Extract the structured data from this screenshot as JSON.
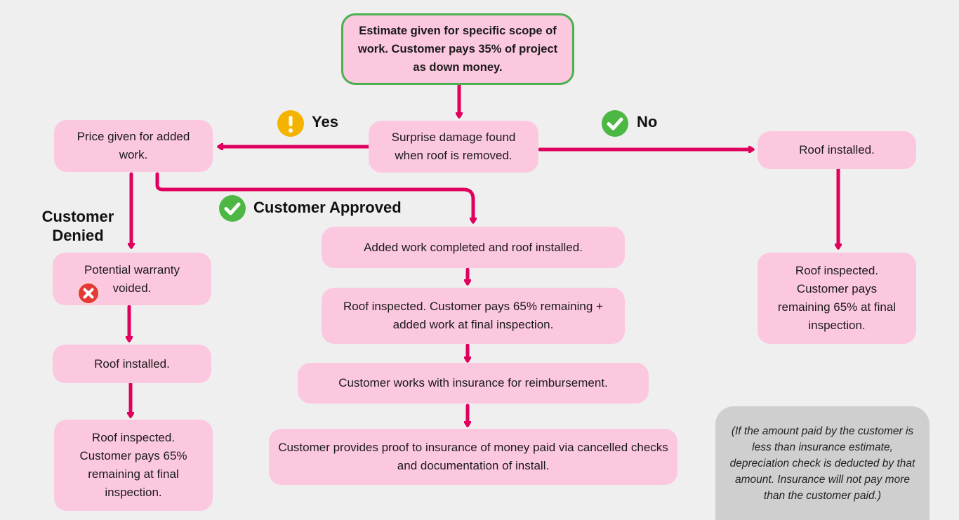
{
  "nodes": {
    "start": "Estimate given for specific scope of work. Customer pays 35% of project as down money.",
    "surprise": "Surprise damage found when roof is removed.",
    "price_added": "Price given for added work.",
    "roof_installed_right": "Roof installed.",
    "inspected_right": "Roof inspected. Customer pays remaining 65% at final inspection.",
    "warranty_voided": "Potential warranty voided.",
    "roof_installed_left": "Roof installed.",
    "inspected_left": "Roof inspected. Customer pays 65% remaining at final inspection.",
    "added_completed": "Added work completed and roof installed.",
    "inspected_middle": "Roof inspected. Customer pays 65% remaining + added work at final inspection.",
    "insurance_reimburse": "Customer works with insurance for reimbursement.",
    "proof_insurance": "Customer provides proof to insurance  of money paid via cancelled checks and documentation of install.",
    "note": "(If the amount paid by the customer is less than insurance estimate, depreciation check is deducted by that amount. Insurance will not pay more than the customer paid.)"
  },
  "labels": {
    "yes": "Yes",
    "no": "No",
    "customer_approved": "Customer Approved",
    "customer_denied": "Customer Denied"
  },
  "icons": {
    "yes": "warning-icon",
    "no": "check-icon",
    "approved": "check-icon",
    "denied": "x-icon"
  },
  "colors": {
    "arrow": "#e0005e",
    "node_fill": "#fcc8e0",
    "start_border": "#4caf50",
    "note_fill": "#cfcfcf",
    "check": "#4cb843",
    "warning": "#f5b301",
    "error": "#e53935"
  }
}
